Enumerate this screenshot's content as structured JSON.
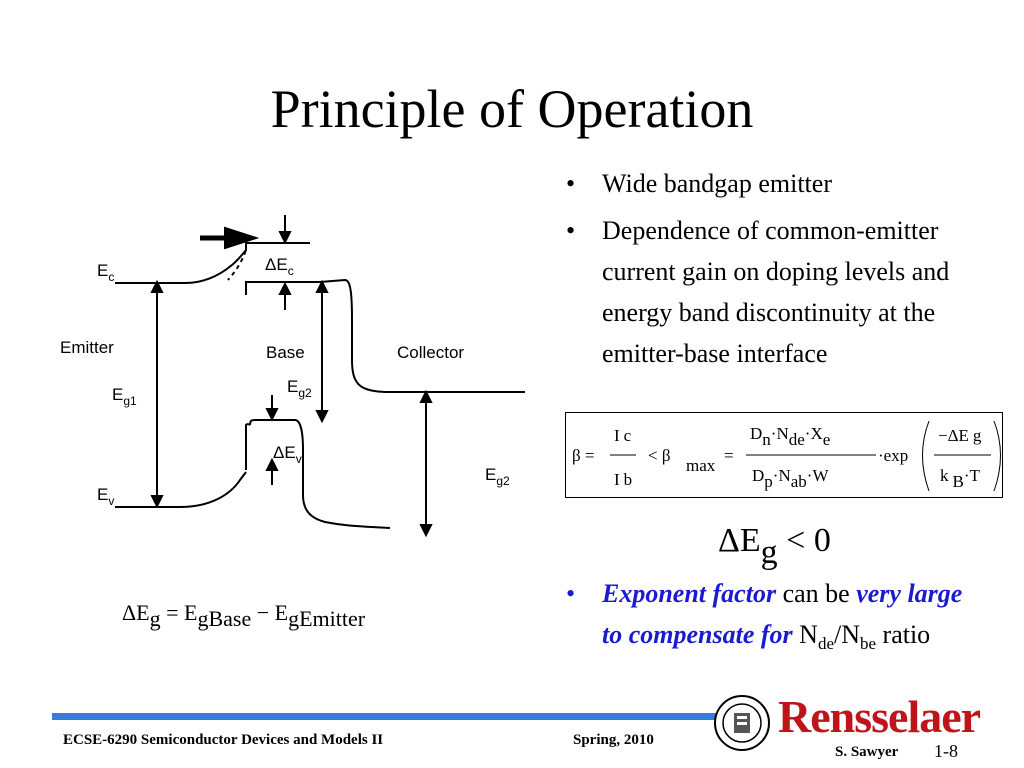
{
  "slide": {
    "title": "Principle of Operation"
  },
  "diagram": {
    "labels": {
      "ec_main": "E",
      "ec_sub": "c",
      "emitter": "Emitter",
      "eg1_main": "E",
      "eg1_sub": "g1",
      "ev_main": "E",
      "ev_sub": "v",
      "dec_main": "ΔE",
      "dec_sub": "c",
      "base": "Base",
      "eg2a_main": "E",
      "eg2a_sub": "g2",
      "dev_main": "ΔE",
      "dev_sub": "v",
      "collector": "Collector",
      "eg2b_main": "E",
      "eg2b_sub": "g2"
    }
  },
  "equation_left": {
    "delta_e": "ΔE",
    "sub_g": "g",
    "eq": " = E",
    "sub_gbase": "gBase",
    "minus": " − E",
    "sub_gemitter": "gEmitter"
  },
  "bullets": {
    "b1": "Wide bandgap emitter",
    "b2": "Dependence of common-emitter current gain on doping levels and energy band discontinuity at the emitter-base interface"
  },
  "formula": {
    "beta": "β =",
    "ic_main": "I",
    "ic_sub": "c",
    "ib_main": "I",
    "ib_sub": "b",
    "lt_beta": "< β",
    "max": "max",
    "eq": "=",
    "num_d": "D",
    "num_n_sub": "n",
    "num_dot1": "·N",
    "num_de_sub": "de",
    "num_dot2": "·X",
    "num_e_sub": "e",
    "den_d": "D",
    "den_p_sub": "p",
    "den_dot1": "·N",
    "den_ab_sub": "ab",
    "den_w": "·W",
    "exp": "·exp",
    "exp_num": "−ΔE",
    "exp_num_sub": "g",
    "exp_den_k": "k",
    "exp_den_sub": "B",
    "exp_den_t": "·T"
  },
  "delta_eg": {
    "main": "ΔE",
    "sub": "g",
    "rel": " < 0"
  },
  "bullet3": {
    "em1": "Exponent factor",
    "plain1": " can be ",
    "em2": "very large to compensate for",
    "plain2": " N",
    "sub1": "de",
    "slash": "/N",
    "sub2": "be",
    "plain3": " ratio"
  },
  "footer": {
    "course": "ECSE-6290 Semiconductor Devices and Models II",
    "date": "Spring, 2010",
    "author": "S. Sawyer",
    "page": "1-8",
    "logo": "Rensselaer"
  },
  "colors": {
    "accent_blue": "#1a1ad0",
    "bar_blue": "#3a7bd5",
    "logo_red": "#c0141b"
  }
}
